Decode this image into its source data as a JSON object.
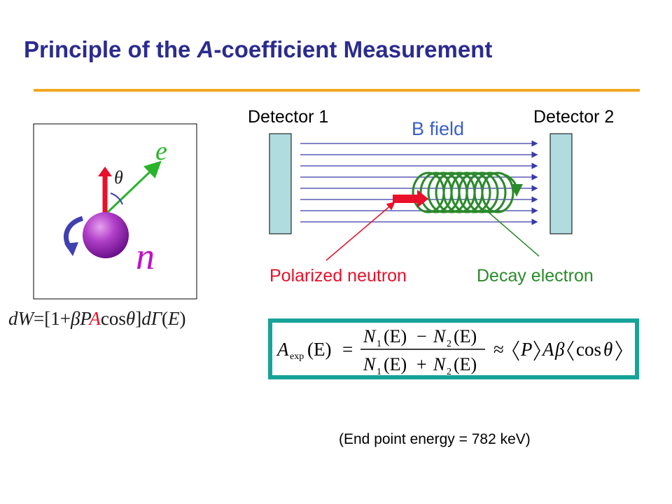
{
  "title": {
    "prefix": "Principle of the ",
    "italic": "A",
    "suffix": "-coefficient Measurement"
  },
  "diagram": {
    "detector1_label": "Detector 1",
    "detector2_label": "Detector 2",
    "bfield_label": "B field",
    "polarized_neutron_label": "Polarized neutron",
    "decay_electron_label": "Decay electron",
    "electron_symbol": "e",
    "neutron_symbol": "n",
    "angle_symbol": "θ"
  },
  "rate_formula": {
    "lhs": "dW",
    "open": "=[1+",
    "beta": "β",
    "P": "P",
    "A": "A",
    "cos": "cos",
    "theta": "θ",
    "close": "]",
    "d": "d",
    "Gamma": "Γ",
    "E_open": "(",
    "E": "E",
    "E_close": ")"
  },
  "asym_formula": {
    "A": "A",
    "A_sub": "exp",
    "arg": "(E)",
    "eq": "=",
    "N1": "N",
    "sub1": "1",
    "N2": "N",
    "sub2": "2",
    "E_paren": "(E)",
    "minus": "−",
    "plus": "+",
    "approx": "≈",
    "P": "P",
    "A_beta_A": "A",
    "beta": "β",
    "cos": "cos",
    "theta": "θ"
  },
  "endpoint_note": "(End point energy = 782 keV)",
  "colors": {
    "title": "#2b2b8f",
    "accent_line": "#f0a820",
    "field_lines": "#3a3aa8",
    "detector": "#b0dce0",
    "neutron_red": "#e8102a",
    "electron_green": "#2a8a2a",
    "formula_bg": "#16a39a"
  }
}
